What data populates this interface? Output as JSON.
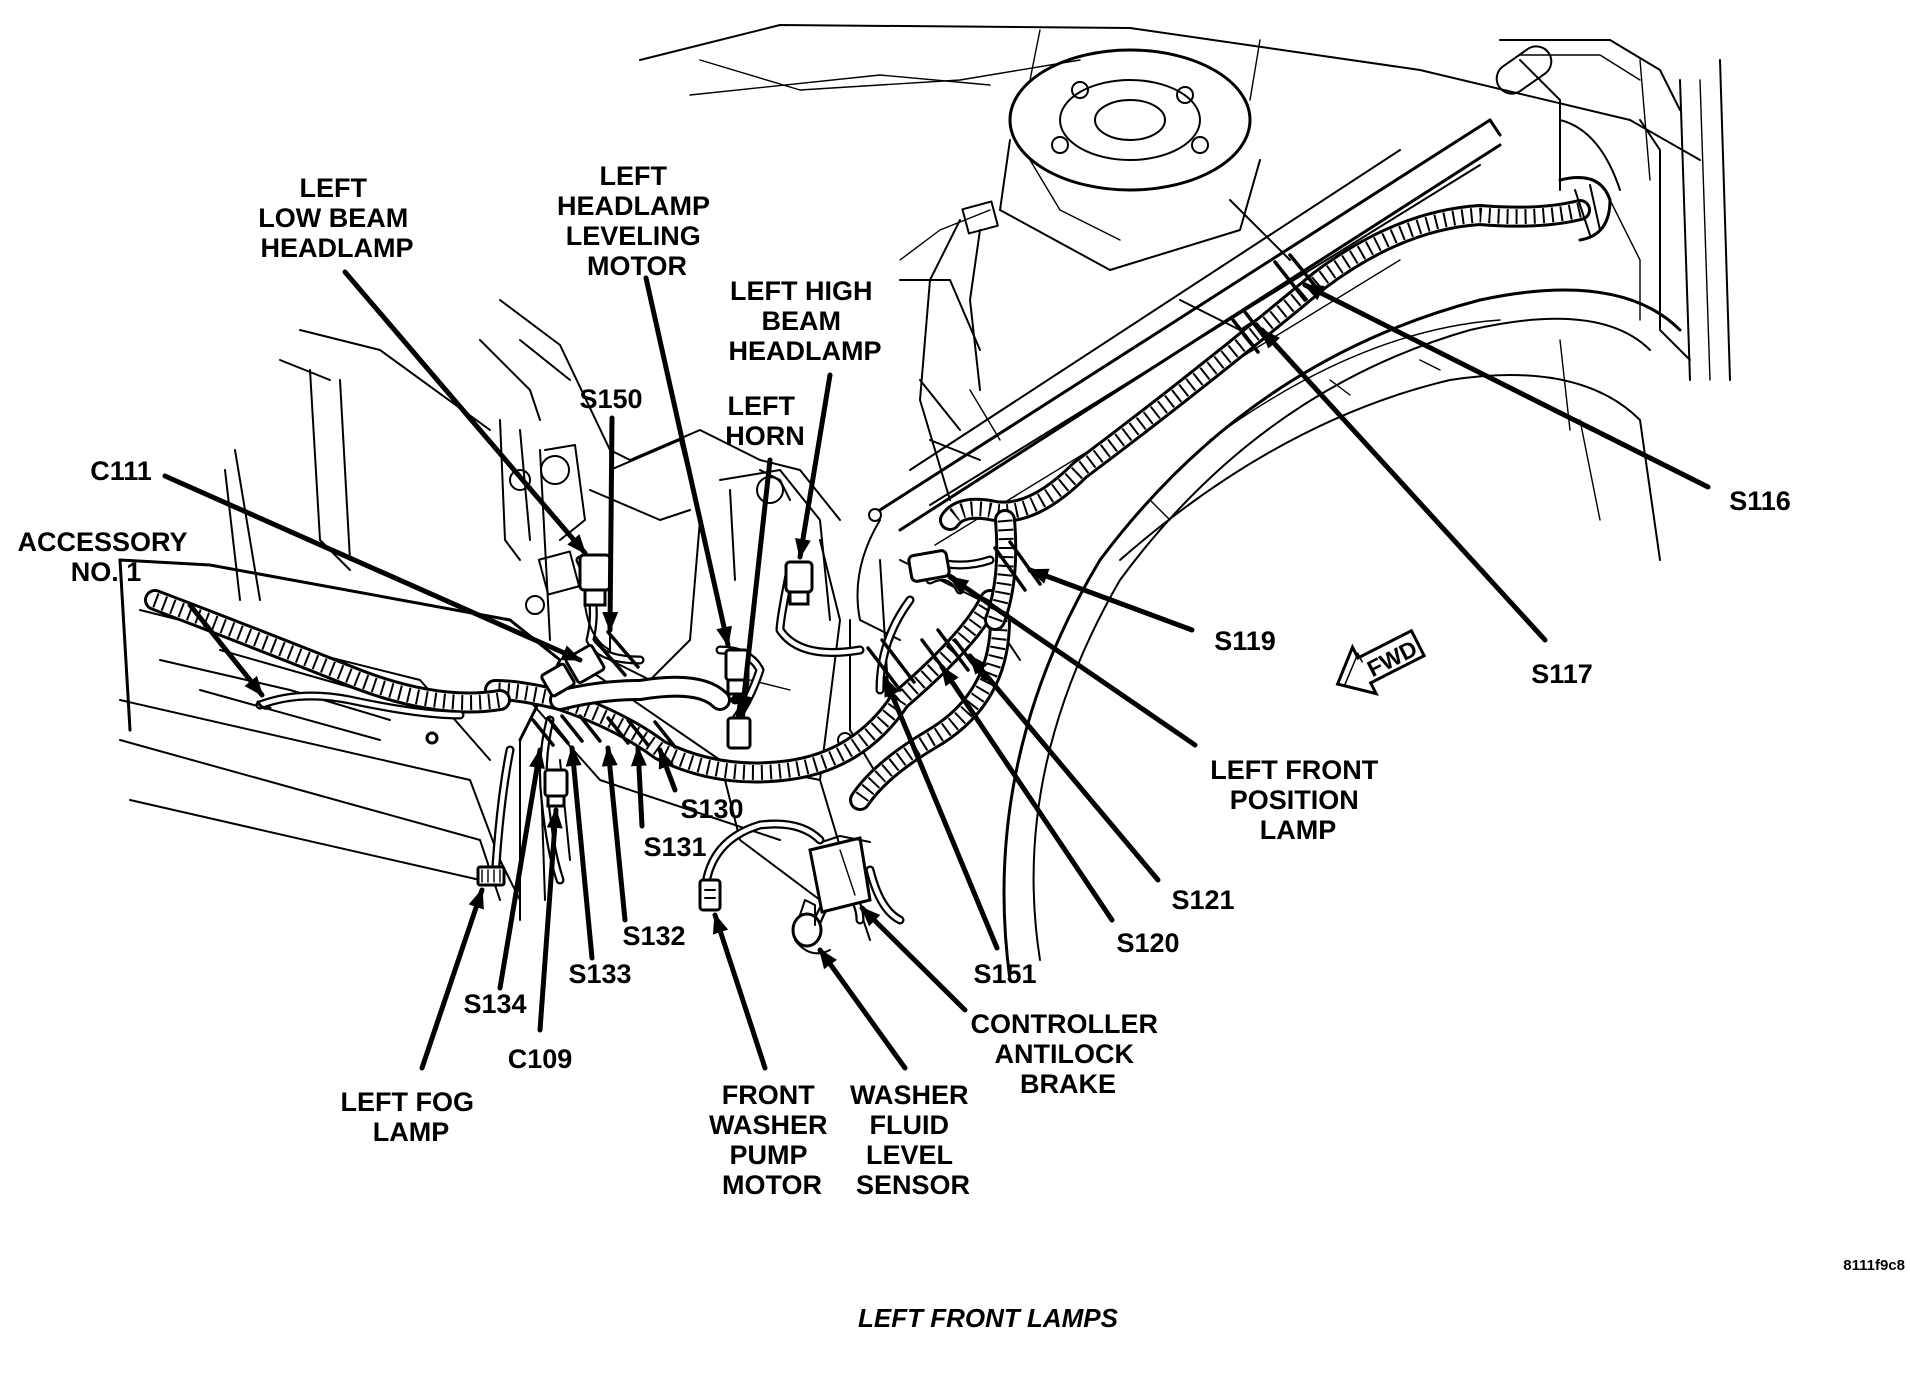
{
  "figure_caption": "LEFT FRONT LAMPS",
  "figure_code": "8111f9c8",
  "fwd_marker": "FWD",
  "labels": {
    "left_low_beam_headlamp": [
      "LEFT",
      "LOW BEAM",
      "HEADLAMP"
    ],
    "left_headlamp_leveling_motor": [
      "LEFT",
      "HEADLAMP",
      "LEVELING",
      "MOTOR"
    ],
    "left_high_beam_headlamp": [
      "LEFT HIGH",
      "BEAM",
      "HEADLAMP"
    ],
    "left_horn": [
      "LEFT",
      "HORN"
    ],
    "s150": "S150",
    "c111": "C111",
    "accessory_no_1": [
      "ACCESSORY",
      "NO. 1"
    ],
    "s116": "S116",
    "s117": "S117",
    "s119": "S119",
    "left_front_position_lamp": [
      "LEFT FRONT",
      "POSITION",
      "LAMP"
    ],
    "s121": "S121",
    "s120": "S120",
    "s151": "S151",
    "s130": "S130",
    "s131": "S131",
    "s132": "S132",
    "s133": "S133",
    "s134": "S134",
    "c109": "C109",
    "left_fog_lamp": [
      "LEFT FOG",
      "LAMP"
    ],
    "front_washer_pump_motor": [
      "FRONT",
      "WASHER",
      "PUMP",
      "MOTOR"
    ],
    "washer_fluid_level_sensor": [
      "WASHER",
      "FLUID",
      "LEVEL",
      "SENSOR"
    ],
    "controller_antilock_brake": [
      "CONTROLLER",
      "ANTILOCK",
      "BRAKE"
    ]
  }
}
